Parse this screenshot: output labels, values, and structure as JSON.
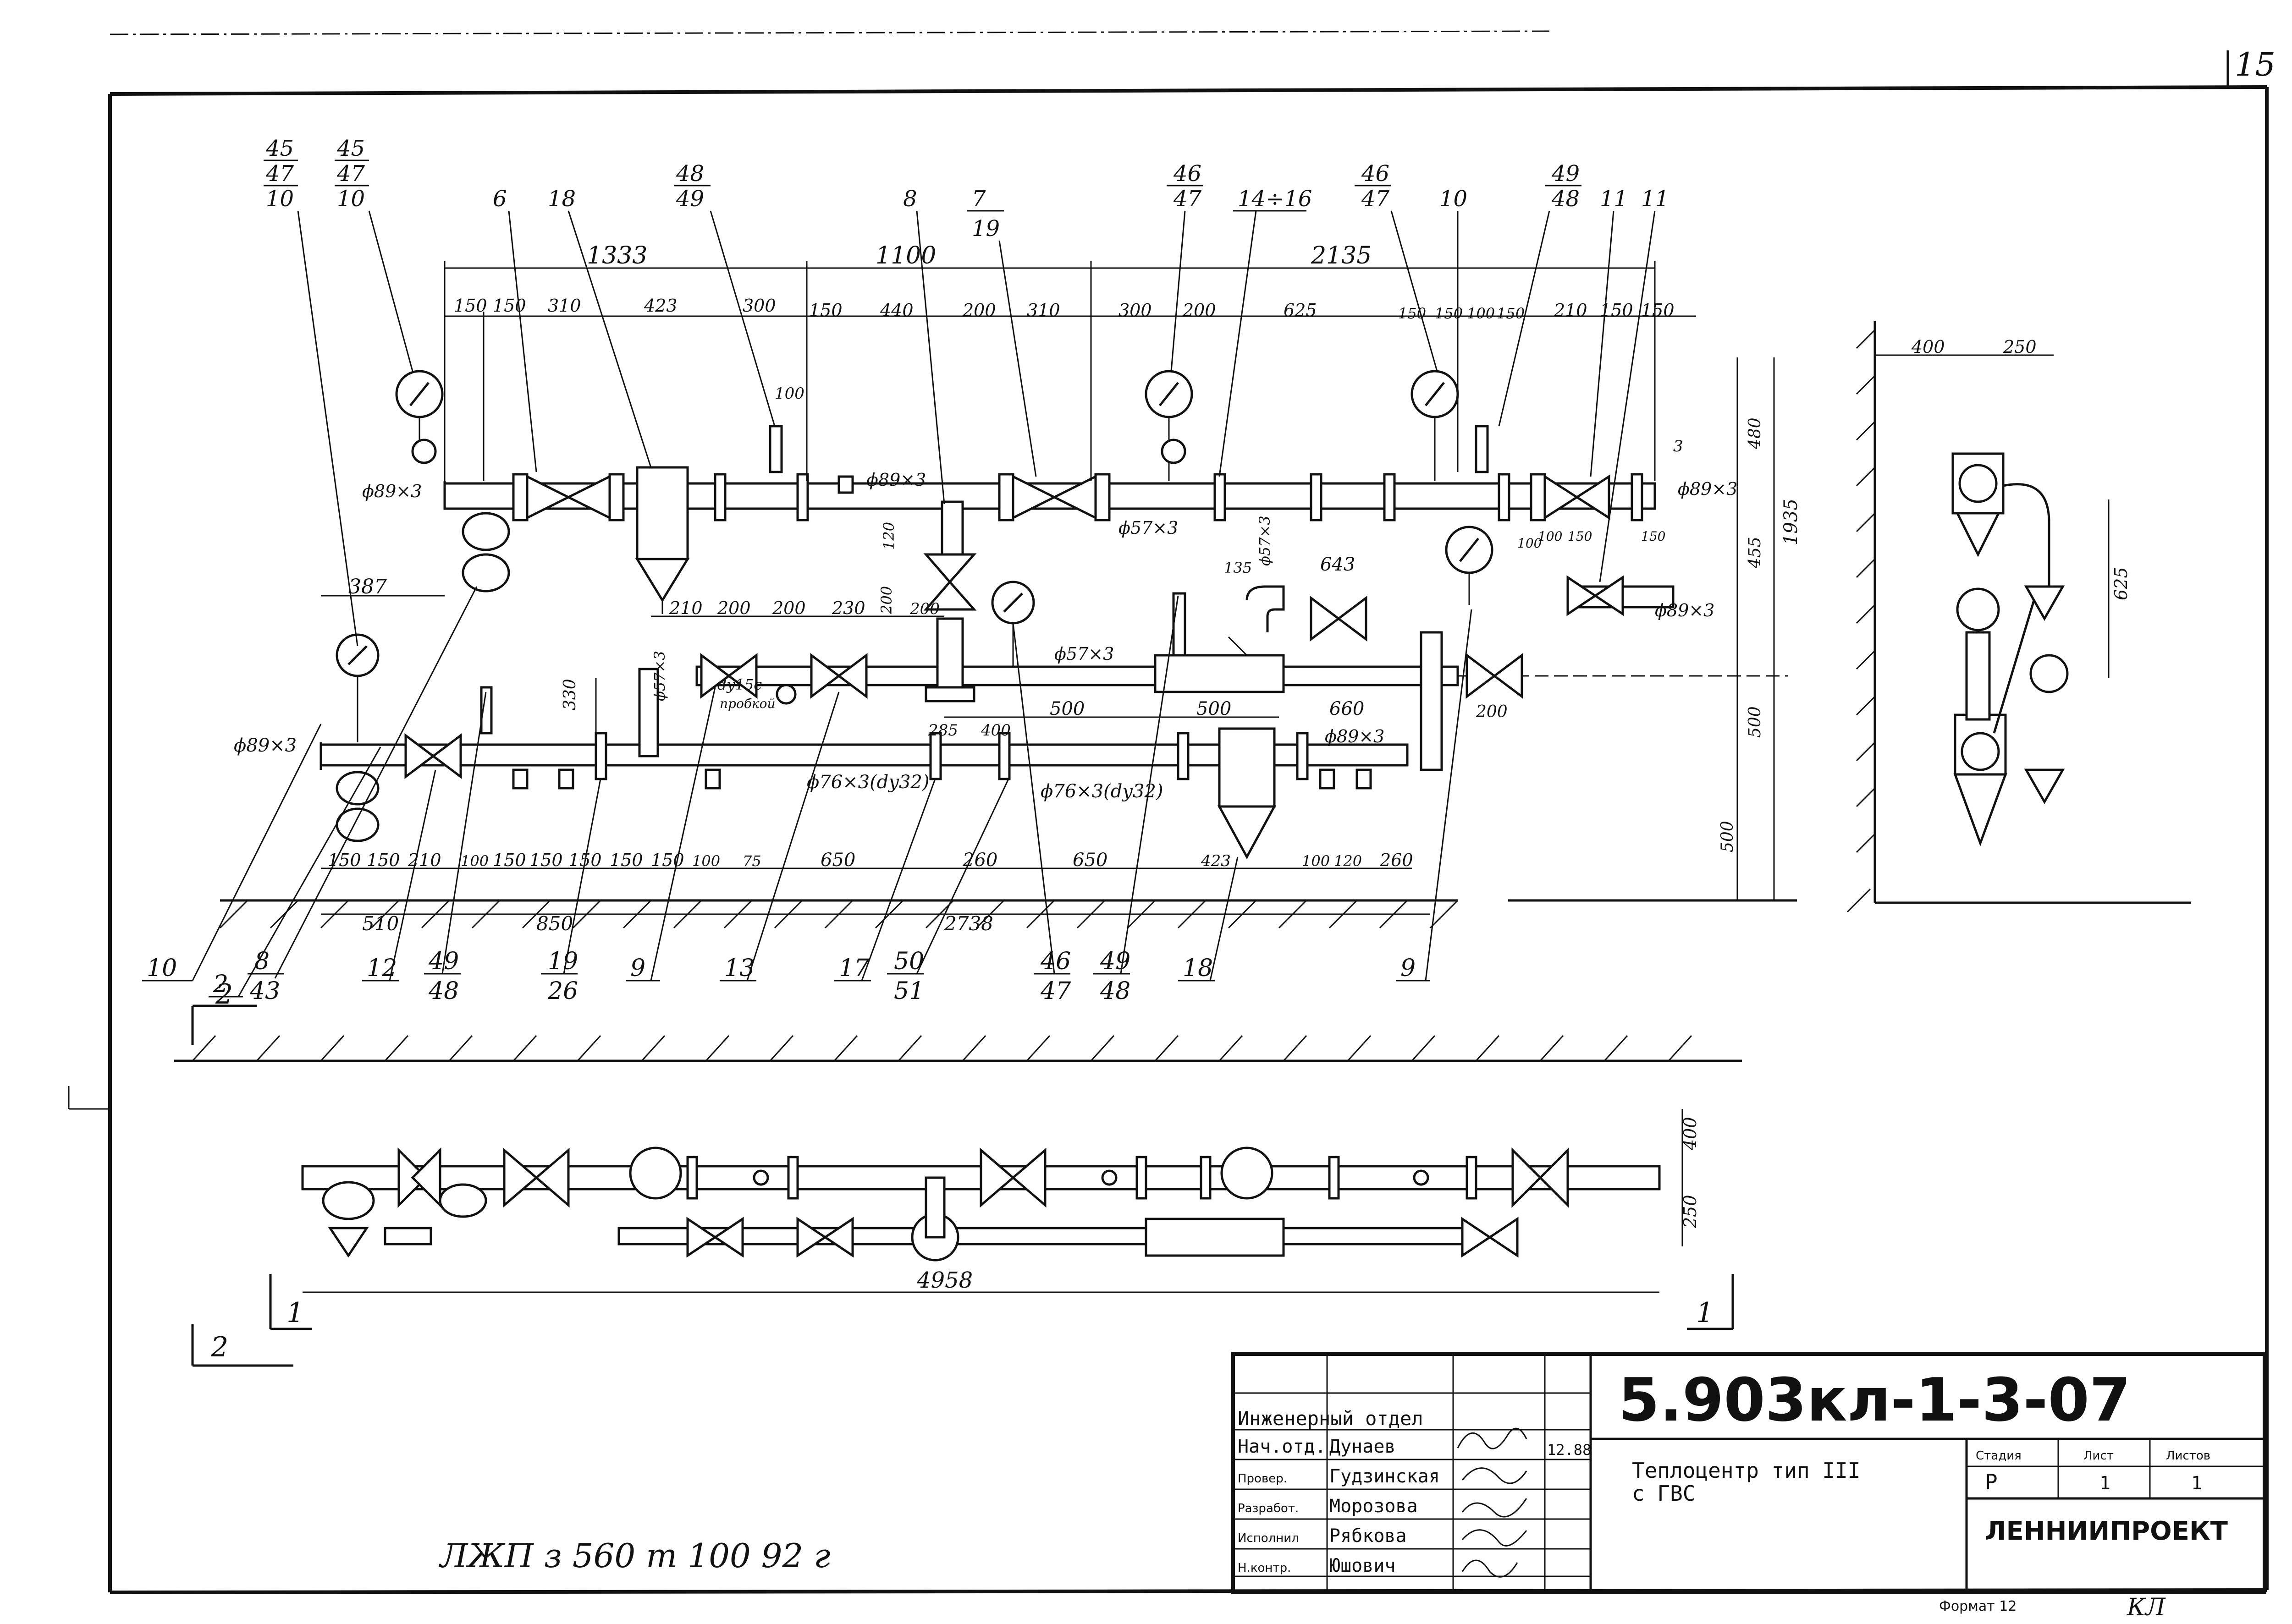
{
  "sheet": {
    "page_number": "15",
    "format_note": "Формат 12",
    "corner_mark": "КЛ",
    "archive_note": "ЛЖП з 560 т 100   92 г"
  },
  "dimensions": {
    "top_row": [
      "150",
      "150",
      "310",
      "423",
      "300",
      "150",
      "440",
      "200",
      "310",
      "300",
      "200",
      "625",
      "150",
      "150",
      "100",
      "150",
      "210",
      "150",
      "150"
    ],
    "top_overall": [
      "1333",
      "1100",
      "2135"
    ],
    "mid_row": [
      "210",
      "200",
      "200",
      "230",
      "200",
      "500",
      "500",
      "660",
      "643",
      "387",
      "330",
      "285",
      "400",
      "200"
    ],
    "bottom_row": [
      "150",
      "150",
      "210",
      "100",
      "150",
      "150",
      "150",
      "150",
      "150",
      "100",
      "75",
      "650",
      "260",
      "650",
      "423",
      "100",
      "120",
      "260"
    ],
    "bottom_overall": [
      "510",
      "850",
      "2738"
    ],
    "vertical": [
      "480",
      "455",
      "1935",
      "500",
      "500",
      "120",
      "200",
      "135",
      "3",
      "100",
      "150",
      "150",
      "100"
    ],
    "side_view": [
      "400",
      "250",
      "625"
    ],
    "plan_view": [
      "4958",
      "400",
      "250"
    ],
    "small": [
      "100"
    ]
  },
  "pipe_labels": [
    "ϕ89×3",
    "ϕ89×3",
    "ϕ57×3",
    "ϕ57×3",
    "ϕ57×3",
    "ϕ89×3",
    "ϕ89×3",
    "ϕ89×3",
    "ϕ76×3(dy32)",
    "ϕ76×3(dy32)",
    "ϕ57×3",
    "ϕ89×3",
    "dy15с",
    "пробкой"
  ],
  "top_callouts": [
    {
      "lines": [
        "45",
        "47",
        "10"
      ]
    },
    {
      "lines": [
        "45",
        "47",
        "10"
      ]
    },
    {
      "lines": [
        "6"
      ]
    },
    {
      "lines": [
        "18"
      ]
    },
    {
      "lines": [
        "48",
        "49"
      ]
    },
    {
      "lines": [
        "8"
      ]
    },
    {
      "lines": [
        "7",
        "19"
      ]
    },
    {
      "lines": [
        "46",
        "47"
      ]
    },
    {
      "lines": [
        "14÷16"
      ]
    },
    {
      "lines": [
        "46",
        "47"
      ]
    },
    {
      "lines": [
        "10"
      ]
    },
    {
      "lines": [
        "49",
        "48"
      ]
    },
    {
      "lines": [
        "11"
      ]
    },
    {
      "lines": [
        "11"
      ]
    }
  ],
  "bottom_callouts": [
    {
      "lines": [
        "10"
      ]
    },
    {
      "lines": [
        "8",
        "43"
      ]
    },
    {
      "lines": [
        "2"
      ]
    },
    {
      "lines": [
        "12"
      ]
    },
    {
      "lines": [
        "49",
        "48"
      ]
    },
    {
      "lines": [
        "19",
        "26"
      ]
    },
    {
      "lines": [
        "9"
      ]
    },
    {
      "lines": [
        "13"
      ]
    },
    {
      "lines": [
        "17"
      ]
    },
    {
      "lines": [
        "50",
        "51"
      ]
    },
    {
      "lines": [
        "46",
        "47"
      ]
    },
    {
      "lines": [
        "49",
        "48"
      ]
    },
    {
      "lines": [
        "18"
      ]
    },
    {
      "lines": [
        "9"
      ]
    }
  ],
  "section_marks": [
    "1",
    "1",
    "2",
    "2"
  ],
  "title_block": {
    "doc_number": "5.903кл-1-3-07",
    "title_line1": "Теплоцентр тип III",
    "title_line2": "с ГВС",
    "organization": "ЛЕННИИПРОЕКТ",
    "stage_header": "Стадия",
    "sheet_header": "Лист",
    "sheets_header": "Листов",
    "stage": "Р",
    "sheet": "1",
    "sheets": "1",
    "department": "Инженерный отдел",
    "date": "12.88",
    "rows": [
      {
        "role": "Нач.отд.",
        "name": "Дунаев"
      },
      {
        "role": "Провер.",
        "name": "Гудзинская"
      },
      {
        "role": "Разработ.",
        "name": "Морозова"
      },
      {
        "role": "Исполнил",
        "name": "Рябкова"
      },
      {
        "role": "Н.контр.",
        "name": "Юшович"
      }
    ]
  }
}
